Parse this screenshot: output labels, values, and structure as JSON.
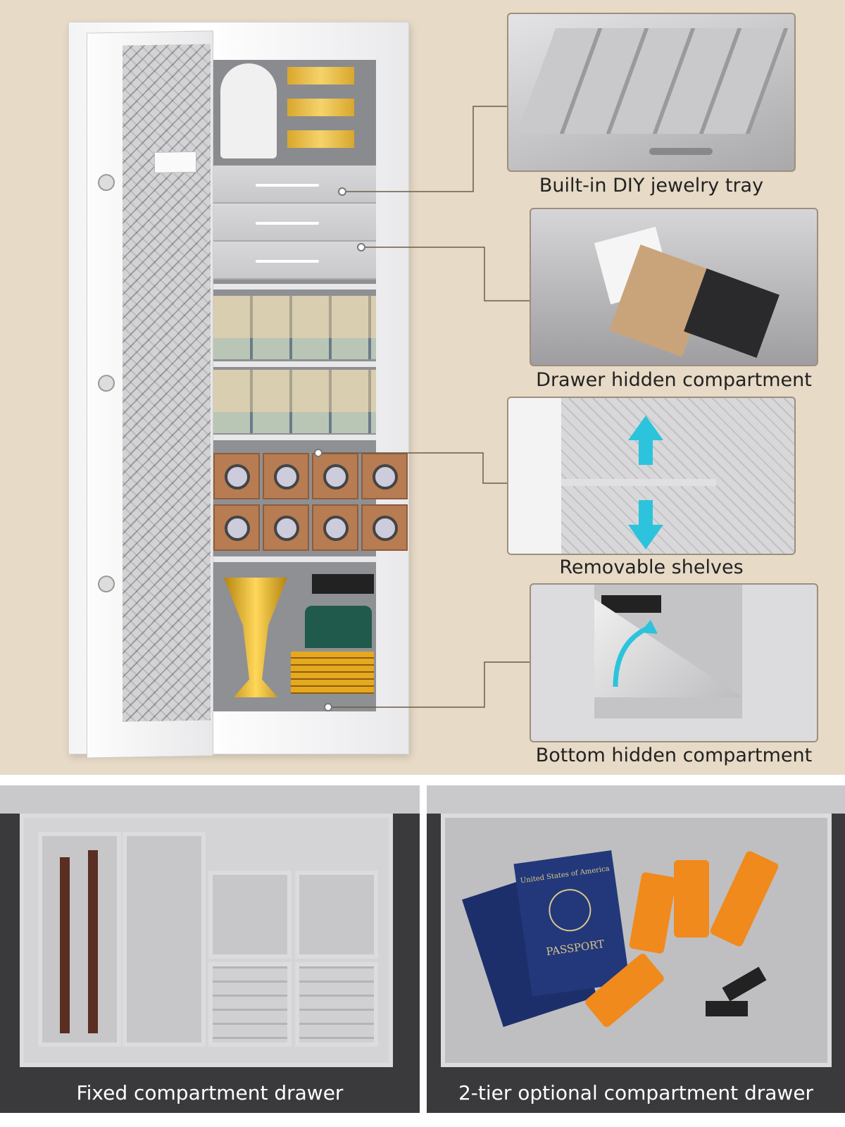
{
  "features": [
    {
      "caption": "Built-in DIY jewelry tray"
    },
    {
      "caption": "Drawer hidden compartment"
    },
    {
      "caption": "Removable shelves"
    },
    {
      "caption": "Bottom hidden compartment"
    }
  ],
  "drawers": [
    {
      "caption": "Fixed compartment drawer"
    },
    {
      "caption": "2-tier optional compartment drawer"
    }
  ],
  "passport": {
    "country": "United States of America",
    "label": "PASSPORT"
  },
  "colors": {
    "background": "#e7dac6",
    "arrow": "#2cc3dc",
    "caption_bar": "#3a3a3c"
  }
}
